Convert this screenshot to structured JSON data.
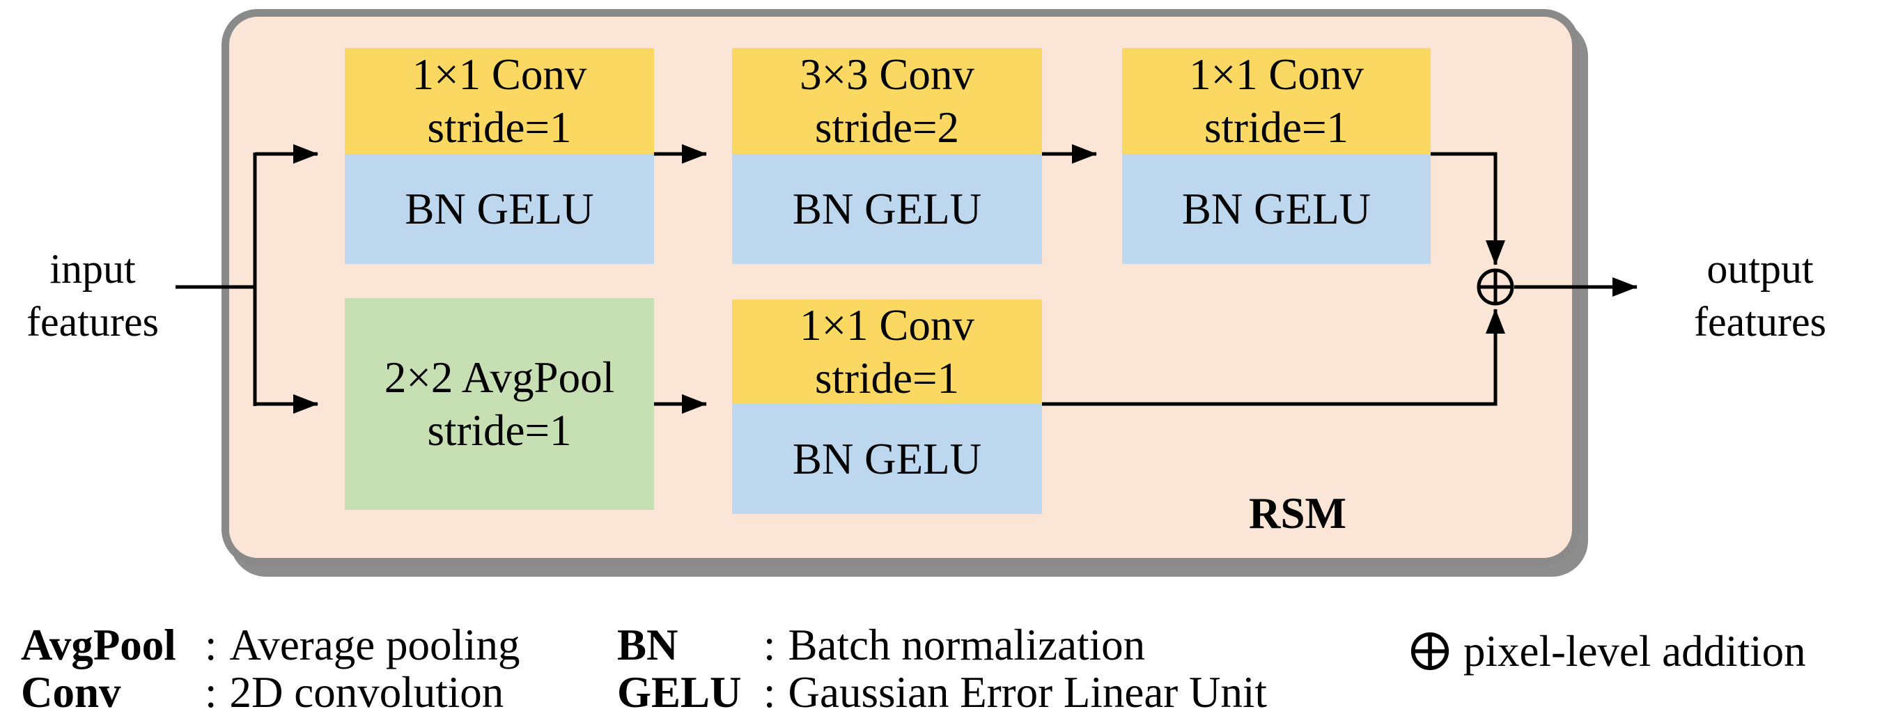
{
  "diagram": {
    "module_label": "RSM",
    "input_label": {
      "line1": "input",
      "line2": "features"
    },
    "output_label": {
      "line1": "output",
      "line2": "features"
    },
    "blocks": [
      {
        "op": "1×1 Conv",
        "param": "stride=1",
        "activation": "BN GELU"
      },
      {
        "op": "3×3 Conv",
        "param": "stride=2",
        "activation": "BN GELU"
      },
      {
        "op": "1×1 Conv",
        "param": "stride=1",
        "activation": "BN GELU"
      },
      {
        "op": "2×2 AvgPool",
        "param": "stride=1"
      },
      {
        "op": "1×1 Conv",
        "param": "stride=1",
        "activation": "BN GELU"
      }
    ],
    "addition_symbol": "⊕",
    "colors": {
      "conv_fill": "#FBD862",
      "bn_gelu_fill": "#BDD7EE",
      "avgpool_fill": "#C6E0B4",
      "container_fill": "#FBE5D6",
      "container_border": "#8A8A8A",
      "line": "#000000"
    }
  },
  "legend": {
    "colon": ":",
    "items": [
      {
        "term": "AvgPool",
        "definition": "Average pooling"
      },
      {
        "term": "Conv",
        "definition": "2D convolution"
      },
      {
        "term": "BN",
        "definition": "Batch normalization"
      },
      {
        "term": "GELU",
        "definition": "Gaussian Error Linear Unit"
      }
    ],
    "addition": {
      "symbol": "⊕",
      "definition": "pixel-level addition"
    }
  }
}
